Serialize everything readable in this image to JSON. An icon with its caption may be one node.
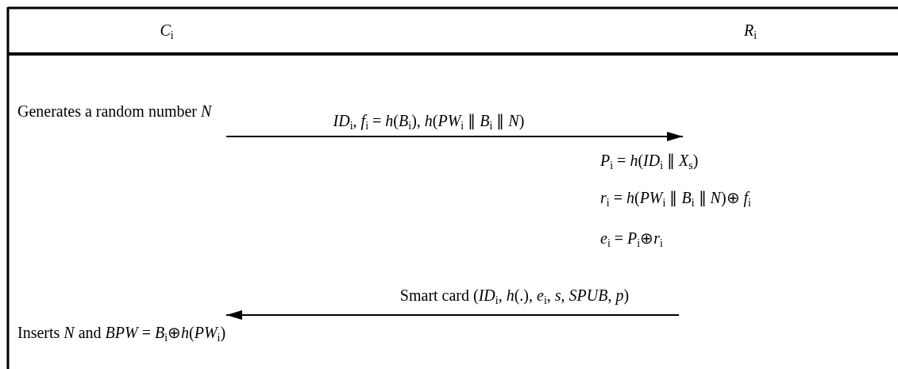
{
  "diagram": {
    "nodes": [
      {
        "text": [
          "Generates a random number  *N*"
        ]
      },
      {
        "text": [
          "*P*$_{i}$ = *h*(*ID*$_{i}$ ∥ *X*$_{s}$)"
        ]
      },
      {
        "text": [
          "*r*$_{i}$ = *h*(*PW*$_{i}$ ∥ *B*$_{i}$ ∥ *N*)⊕ *f*$_{i}$"
        ]
      },
      {
        "text": [
          "*e*$_{i}$ = *P*$_{i}$⊕*r*$_{i}$"
        ]
      },
      {
        "text": [
          "Inserts  *N*  and  *BPW* = *B*$_{i}$⊕*h*(*PW*$_{i}$)"
        ]
      }
    ],
    "edges": [
      {
        "from": 0,
        "to": 1,
        "arrow": "to",
        "label": "*ID*$_{i}$,  *f*$_{i}$ = *h*(*B*$_{i}$),  *h*(*PW*$_{i}$ ∥ *B*$_{i}$ ∥ *N*)"
      },
      {
        "from": 3,
        "to": 4,
        "arrow": "to",
        "label": "Smart card  (*ID*$_{i}$, *h*(.), *e*$_{i}$, *s*, *SPUB*, *p*)"
      }
    ],
    "labels": [
      "*C*$_{i}$",
      "*R*$_{i}$"
    ]
  }
}
